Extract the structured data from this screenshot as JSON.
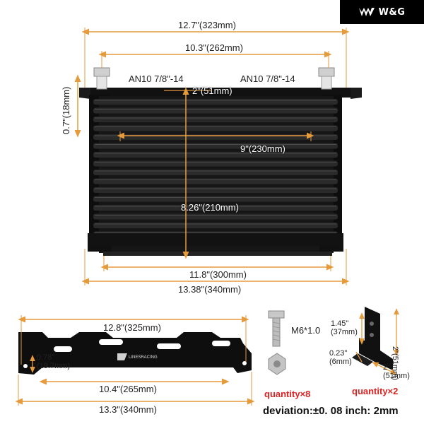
{
  "brand": {
    "logo_text": "W&G",
    "logo_icon": "w-mark-icon"
  },
  "cooler": {
    "width_overall": "12.7\"(323mm)",
    "port_spacing": "10.3\"(262mm)",
    "left_fitting": "AN10 7/8\"-14",
    "right_fitting": "AN10 7/8\"-14",
    "mount_height": "0.7\"(18mm)",
    "row_spacing": "2\"(51mm)",
    "core_width": "9\"(230mm)",
    "core_height": "8.26\"(210mm)",
    "base_width": "11.8\"(300mm)",
    "total_width": "13.38\"(340mm)"
  },
  "bracket": {
    "hole_span": "12.8\"(325mm)",
    "tab_height": "0.78\"",
    "tab_height_mm": "(19.7mm)",
    "slot_span": "10.4\"(265mm)",
    "total_length": "13.3\"(340mm)",
    "brand_mark": "LINESRACING"
  },
  "hardware": {
    "bolt_label": "M6*1.0",
    "bolt_quantity": "quantity×8",
    "angle_height": "2\"",
    "angle_height_mm": "(51mm)",
    "angle_inner": "1.45\"",
    "angle_inner_mm": "(37mm)",
    "angle_thick": "0.23\"",
    "angle_thick_mm": "(6mm)",
    "angle_width": "2\"",
    "angle_width_mm": "(51mm)",
    "angle_quantity": "quantity×2"
  },
  "deviation": "deviation:±0. 08 inch: 2mm",
  "colors": {
    "dim_line": "#e59a3c",
    "text": "#222222",
    "red": "#dd2222",
    "black": "#0b0b0b"
  }
}
